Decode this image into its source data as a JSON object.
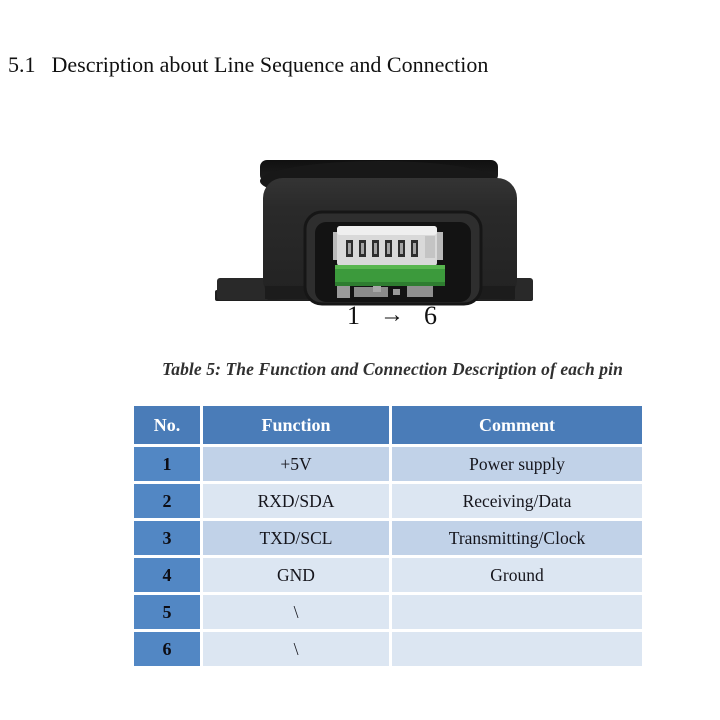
{
  "heading": {
    "number": "5.1",
    "text": "Description about Line Sequence and Connection"
  },
  "figure": {
    "description": "sensor-bottom-view-with-6-pin-connector",
    "pin_label": {
      "start": "1",
      "arrow": "→",
      "end": "6"
    },
    "colors": {
      "body": "#282828",
      "lens_barrel": "#1b1b1b",
      "recess": "#141414",
      "connector": "#d9d9d9",
      "pcb_green": "#3c9a3c",
      "pads_gray": "#9a9a9a"
    }
  },
  "caption": "Table 5: The Function and Connection Description of each pin",
  "pin_table": {
    "columns": [
      "No.",
      "Function",
      "Comment"
    ],
    "rows": [
      {
        "no": "1",
        "function": "+5V",
        "comment": "Power supply"
      },
      {
        "no": "2",
        "function": "RXD/SDA",
        "comment": "Receiving/Data"
      },
      {
        "no": "3",
        "function": "TXD/SCL",
        "comment": "Transmitting/Clock"
      },
      {
        "no": "4",
        "function": "GND",
        "comment": "Ground"
      },
      {
        "no": "5",
        "function": "\\",
        "comment": ""
      },
      {
        "no": "6",
        "function": "\\",
        "comment": ""
      }
    ],
    "colors": {
      "header_bg": "#4a7cb8",
      "no_column_bg": "#5287c4",
      "band_dark": "#c1d2e8",
      "band_light": "#dce6f2",
      "header_text": "#ffffff"
    }
  }
}
